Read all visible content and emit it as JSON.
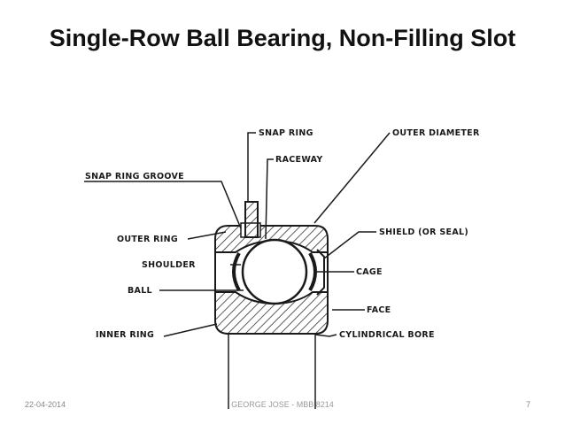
{
  "slide": {
    "title": "Single-Row Ball Bearing, Non-Filling Slot",
    "footer_date": "22-04-2014",
    "footer_center": "GEORGE JOSE - MBB 8214",
    "page_number": "7"
  },
  "diagram": {
    "labels": {
      "snap_ring": "SNAP RING",
      "raceway": "RACEWAY",
      "outer_diameter": "OUTER DIAMETER",
      "snap_ring_groove": "SNAP RING GROOVE",
      "outer_ring": "OUTER RING",
      "shoulder": "SHOULDER",
      "ball": "BALL",
      "inner_ring": "INNER RING",
      "shield": "SHIELD (OR SEAL)",
      "cage": "CAGE",
      "face": "FACE",
      "cylindrical_bore": "CYLINDRICAL BORE"
    },
    "colors": {
      "ink": "#1a1a1a",
      "hatch": "#333333"
    }
  }
}
